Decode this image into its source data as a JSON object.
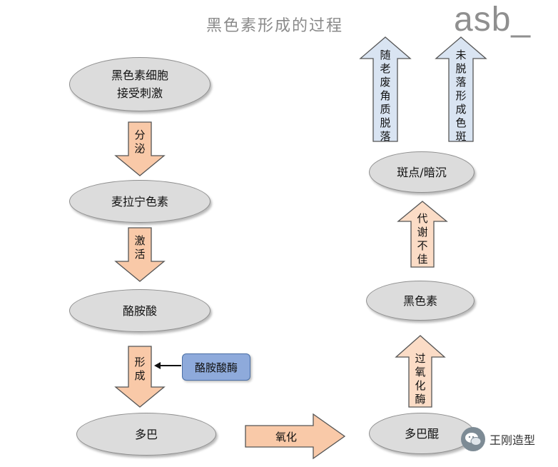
{
  "title": "黑色素形成的过程",
  "logo": "asb_",
  "nodes": {
    "cell_line1": "黑色素细胞",
    "cell_line2": "接受刺激",
    "melanotropin": "麦拉宁色素",
    "tyrosine": "酪胺酸",
    "dopa": "多巴",
    "dopaquinone": "多巴醌",
    "melanin": "黑色素",
    "spots": "斑点/暗沉"
  },
  "arrows": {
    "secrete": [
      "分",
      "泌"
    ],
    "activate": [
      "激",
      "活"
    ],
    "form": [
      "形",
      "成"
    ],
    "oxidize": "氧化",
    "peroxidase": [
      "过",
      "氧",
      "化",
      "酶"
    ],
    "metabolism": [
      "代",
      "谢",
      "不",
      "佳"
    ],
    "shed": [
      "随",
      "老",
      "废",
      "角",
      "质",
      "脱",
      "落"
    ],
    "not_shed": [
      "未",
      "脱",
      "落",
      "形",
      "成",
      "色",
      "斑"
    ]
  },
  "enzyme": "酪胺酸酶",
  "watermark": "王刚造型",
  "colors": {
    "down_arrow_fill": "#f9c9a8",
    "up_arrow_fill_light": "#fbdcc6",
    "top_arrow_fill": "#d9e4f2",
    "ellipse_fill": "#dcdcdc",
    "enzyme_fill": "#8eaadb"
  }
}
